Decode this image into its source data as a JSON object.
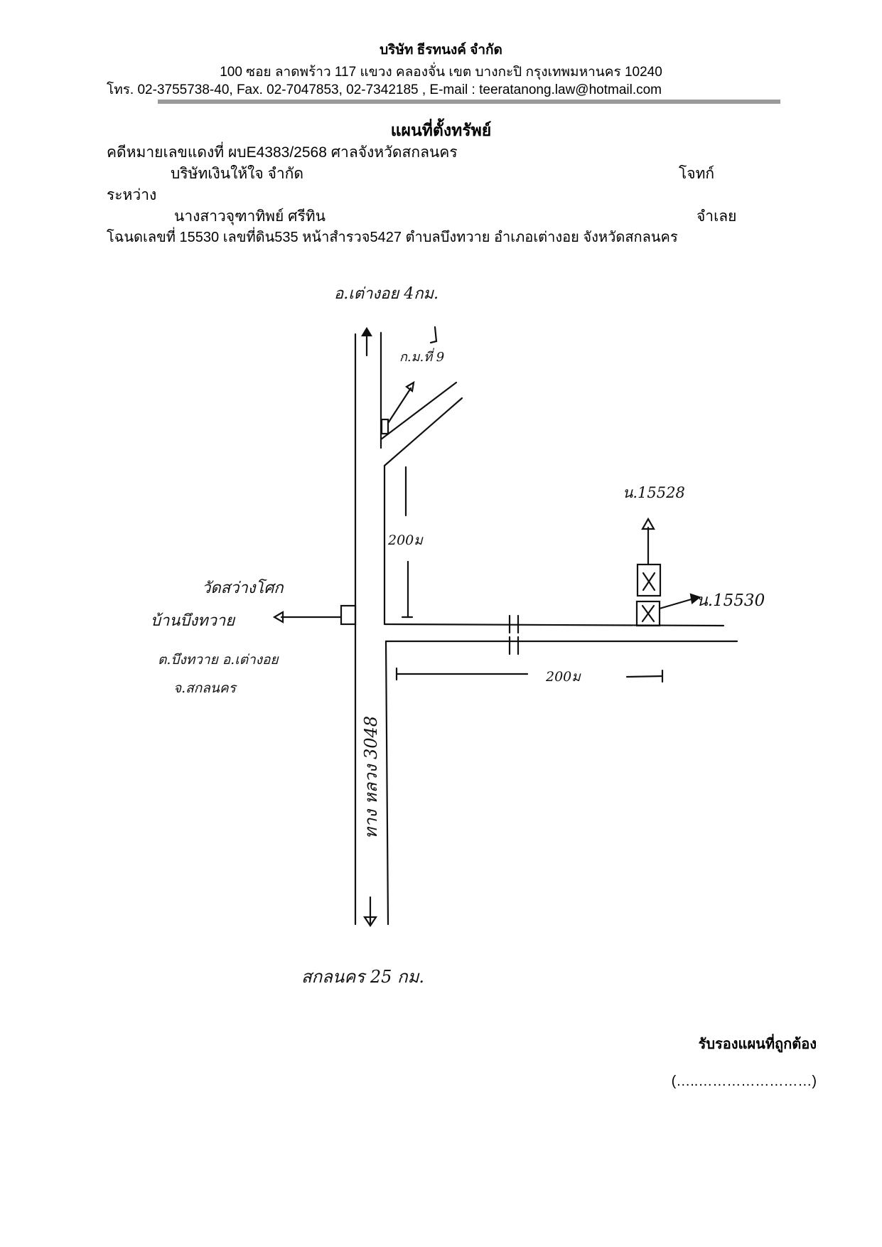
{
  "header": {
    "company": "บริษัท  ธีรทนงค์ จำกัด",
    "address": "100   ซอย ลาดพร้าว 117    แขวง คลองจั่น    เขต บางกะปิ   กรุงเทพมหานคร  10240",
    "contact": "โทร. 02-3755738-40, Fax.  02-7047853, 02-7342185 , E-mail : teeratanong.law@hotmail.com"
  },
  "document": {
    "title": "แผนที่ตั้งทรัพย์",
    "case_line": "คดีหมายเลขแดงที่ ผบE4383/2568 ศาลจังหวัดสกลนคร",
    "plaintiff_name": "บริษัทเงินให้ใจ จำกัด",
    "plaintiff_role": "โจทก์",
    "between": "ระหว่าง",
    "defendant_name": "นางสาวจุฑาทิพย์ ศรีทิน",
    "defendant_role": "จำเลย",
    "deed_line": "โฉนดเลขที่ 15530 เลขที่ดิน535 หน้าสำรวจ5427  ตำบลบึงทวาย  อำเภอเต่างอย  จังหวัดสกลนคร"
  },
  "map": {
    "north_label": "อ.เต่างอย 4กม.",
    "branch_label": "ก.ม.ที่ 9",
    "dist_vertical": "200ม",
    "dist_horizontal": "200ม",
    "deed_15528": "น.15528",
    "deed_15530": "น.15530",
    "temple": "วัดสว่างโศก",
    "village": "บ้านบึงทวาย",
    "subdistrict": "ต.บึงทวาย อ.เต่างอย",
    "province": "จ.สกลนคร",
    "road": "ทาง หลวง 3048",
    "south_label": "สกลนคร 25 กม."
  },
  "footer": {
    "certify": "รับรองแผนที่ถูกต้อง",
    "signature": "(…..……………………)"
  }
}
